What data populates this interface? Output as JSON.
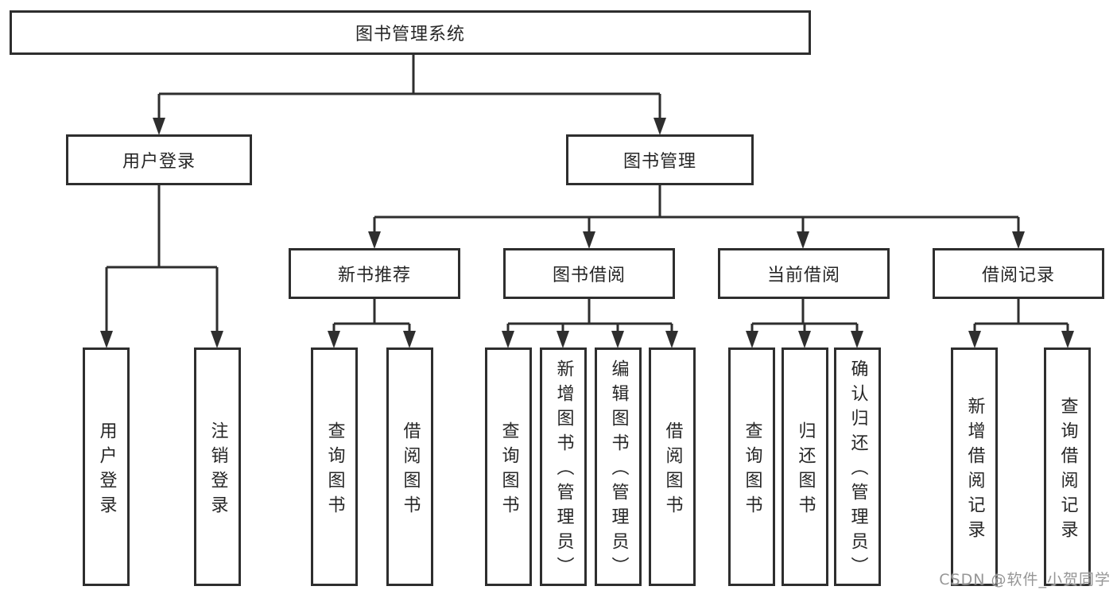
{
  "diagram": {
    "root": "图书管理系统",
    "level2": [
      "用户登录",
      "图书管理"
    ],
    "level3": [
      "新书推荐",
      "图书借阅",
      "当前借阅",
      "借阅记录"
    ],
    "leaves_login": [
      "用户登录",
      "注销登录"
    ],
    "leaves_recommend": [
      "查询图书",
      "借阅图书"
    ],
    "leaves_borrow": [
      "查询图书",
      "新增图书（管理员）",
      "编辑图书（管理员）",
      "借阅图书"
    ],
    "leaves_current": [
      "查询图书",
      "归还图书",
      "确认归还（管理员）"
    ],
    "leaves_records": [
      "新增借阅记录",
      "查询借阅记录"
    ]
  },
  "watermark": "CSDN @软件_小贺同学",
  "colors": {
    "line": "#2e2e2e",
    "text": "#262626",
    "watermark": "#969696",
    "bg": "#ffffff"
  }
}
